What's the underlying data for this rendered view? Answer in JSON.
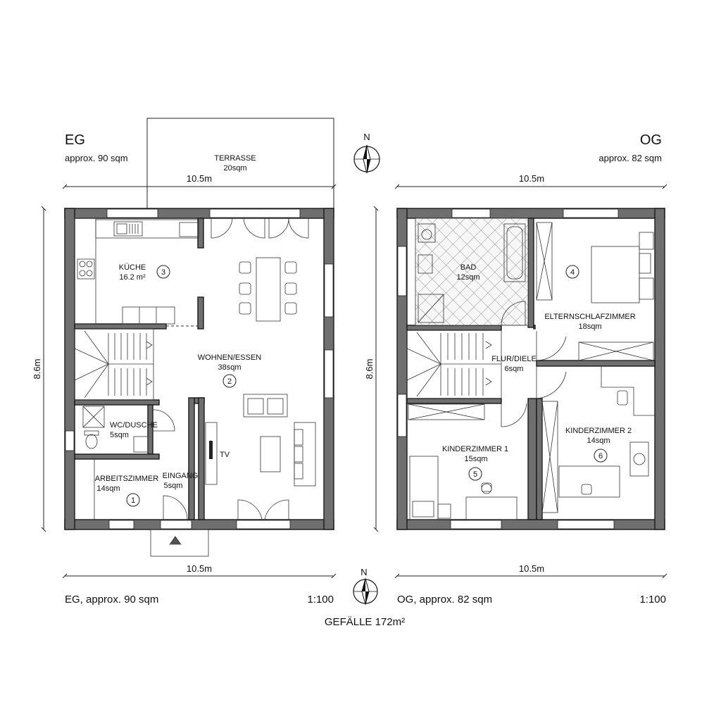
{
  "ground_floor": {
    "label": "EG",
    "area": "approx. 90 sqm",
    "width_dim": "10.5m",
    "height_dim": "8.6m",
    "caption": "EG, approx. 90 sqm",
    "scale": "1:100",
    "rooms": {
      "terrace": {
        "name": "TERRASSE",
        "area": "20sqm"
      },
      "kitchen": {
        "name": "KÜCHE",
        "area": "16.2 m²",
        "number": "3"
      },
      "living": {
        "name": "WOHNEN/ESSEN",
        "area": "38sqm",
        "number": "2"
      },
      "wc": {
        "name": "WC/DUSCHE",
        "area": "5sqm"
      },
      "office": {
        "name": "ARBEITSZIMMER",
        "area": "14sqm",
        "number": "1"
      },
      "entrance": {
        "name": "EINGANG",
        "area": "5sqm"
      },
      "tv": "TV"
    }
  },
  "upper_floor": {
    "label": "OG",
    "area": "approx. 82 sqm",
    "width_dim": "10.5m",
    "height_dim": "8.6m",
    "caption": "OG, approx. 82 sqm",
    "scale": "1:100",
    "rooms": {
      "bath": {
        "name": "BAD",
        "area": "12sqm"
      },
      "parents": {
        "name": "ELTERNSCHLAFZIMMER",
        "area": "18sqm",
        "number": "4"
      },
      "hall": {
        "name": "FLUR/DIELE",
        "area": "6sqm"
      },
      "kid1": {
        "name": "KINDERZIMMER 1",
        "area": "15sqm",
        "number": "5"
      },
      "kid2": {
        "name": "KINDERZIMMER 2",
        "area": "14sqm",
        "number": "6"
      }
    }
  },
  "north_label": "N",
  "total": "GEFÄLLE 172m²"
}
